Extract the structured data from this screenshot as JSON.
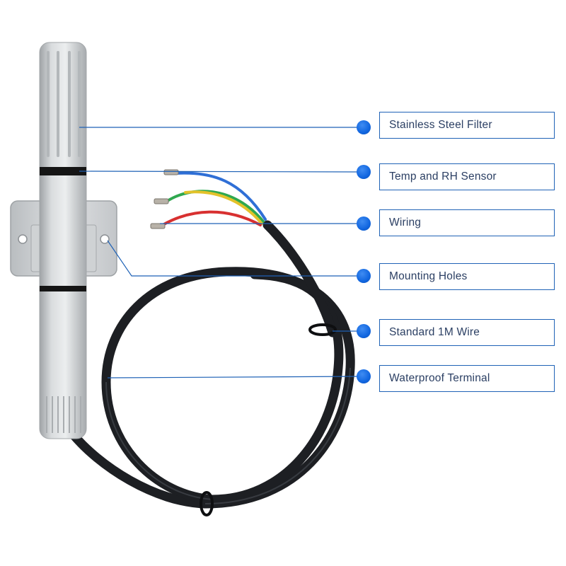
{
  "callouts": [
    {
      "label": "Stainless Steel Filter"
    },
    {
      "label": "Temp and RH Sensor"
    },
    {
      "label": "Wiring"
    },
    {
      "label": "Mounting Holes"
    },
    {
      "label": "Standard 1M Wire"
    },
    {
      "label": "Waterproof Terminal"
    }
  ],
  "colors": {
    "leader_line": "#1f62b6",
    "callout_dot": "#1166e0",
    "box_border": "#1f62b6",
    "label_text": "#2b3f63",
    "probe_body": "#c9ccce",
    "cable": "#222428",
    "wire_blue": "#2f6fd6",
    "wire_green": "#2fa84f",
    "wire_yellow": "#e3c22a",
    "wire_red": "#d83030"
  }
}
